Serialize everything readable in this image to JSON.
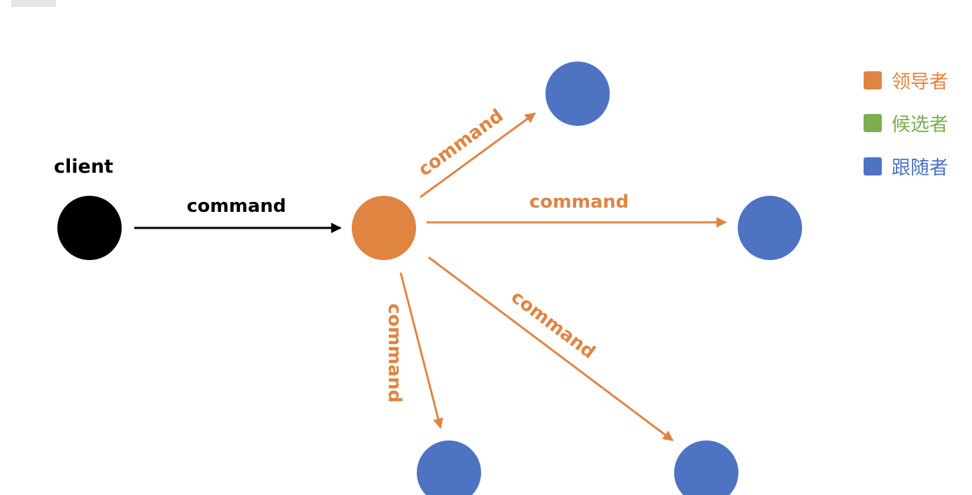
{
  "client": {
    "label": "client"
  },
  "edges": {
    "client_to_leader": "command",
    "to_top": "command",
    "to_right": "command",
    "to_bottom_left": "command",
    "to_bottom_right": "command"
  },
  "legend": {
    "items": [
      {
        "label": "领导者",
        "color": "#E08442"
      },
      {
        "label": "候选者",
        "color": "#7BAE4F"
      },
      {
        "label": "跟随者",
        "color": "#4E73C3"
      }
    ]
  },
  "colors": {
    "client": "#000000",
    "leader": "#E08442",
    "follower": "#4E73C3",
    "arrow_client": "#000000",
    "arrow_leader": "#E08442"
  }
}
